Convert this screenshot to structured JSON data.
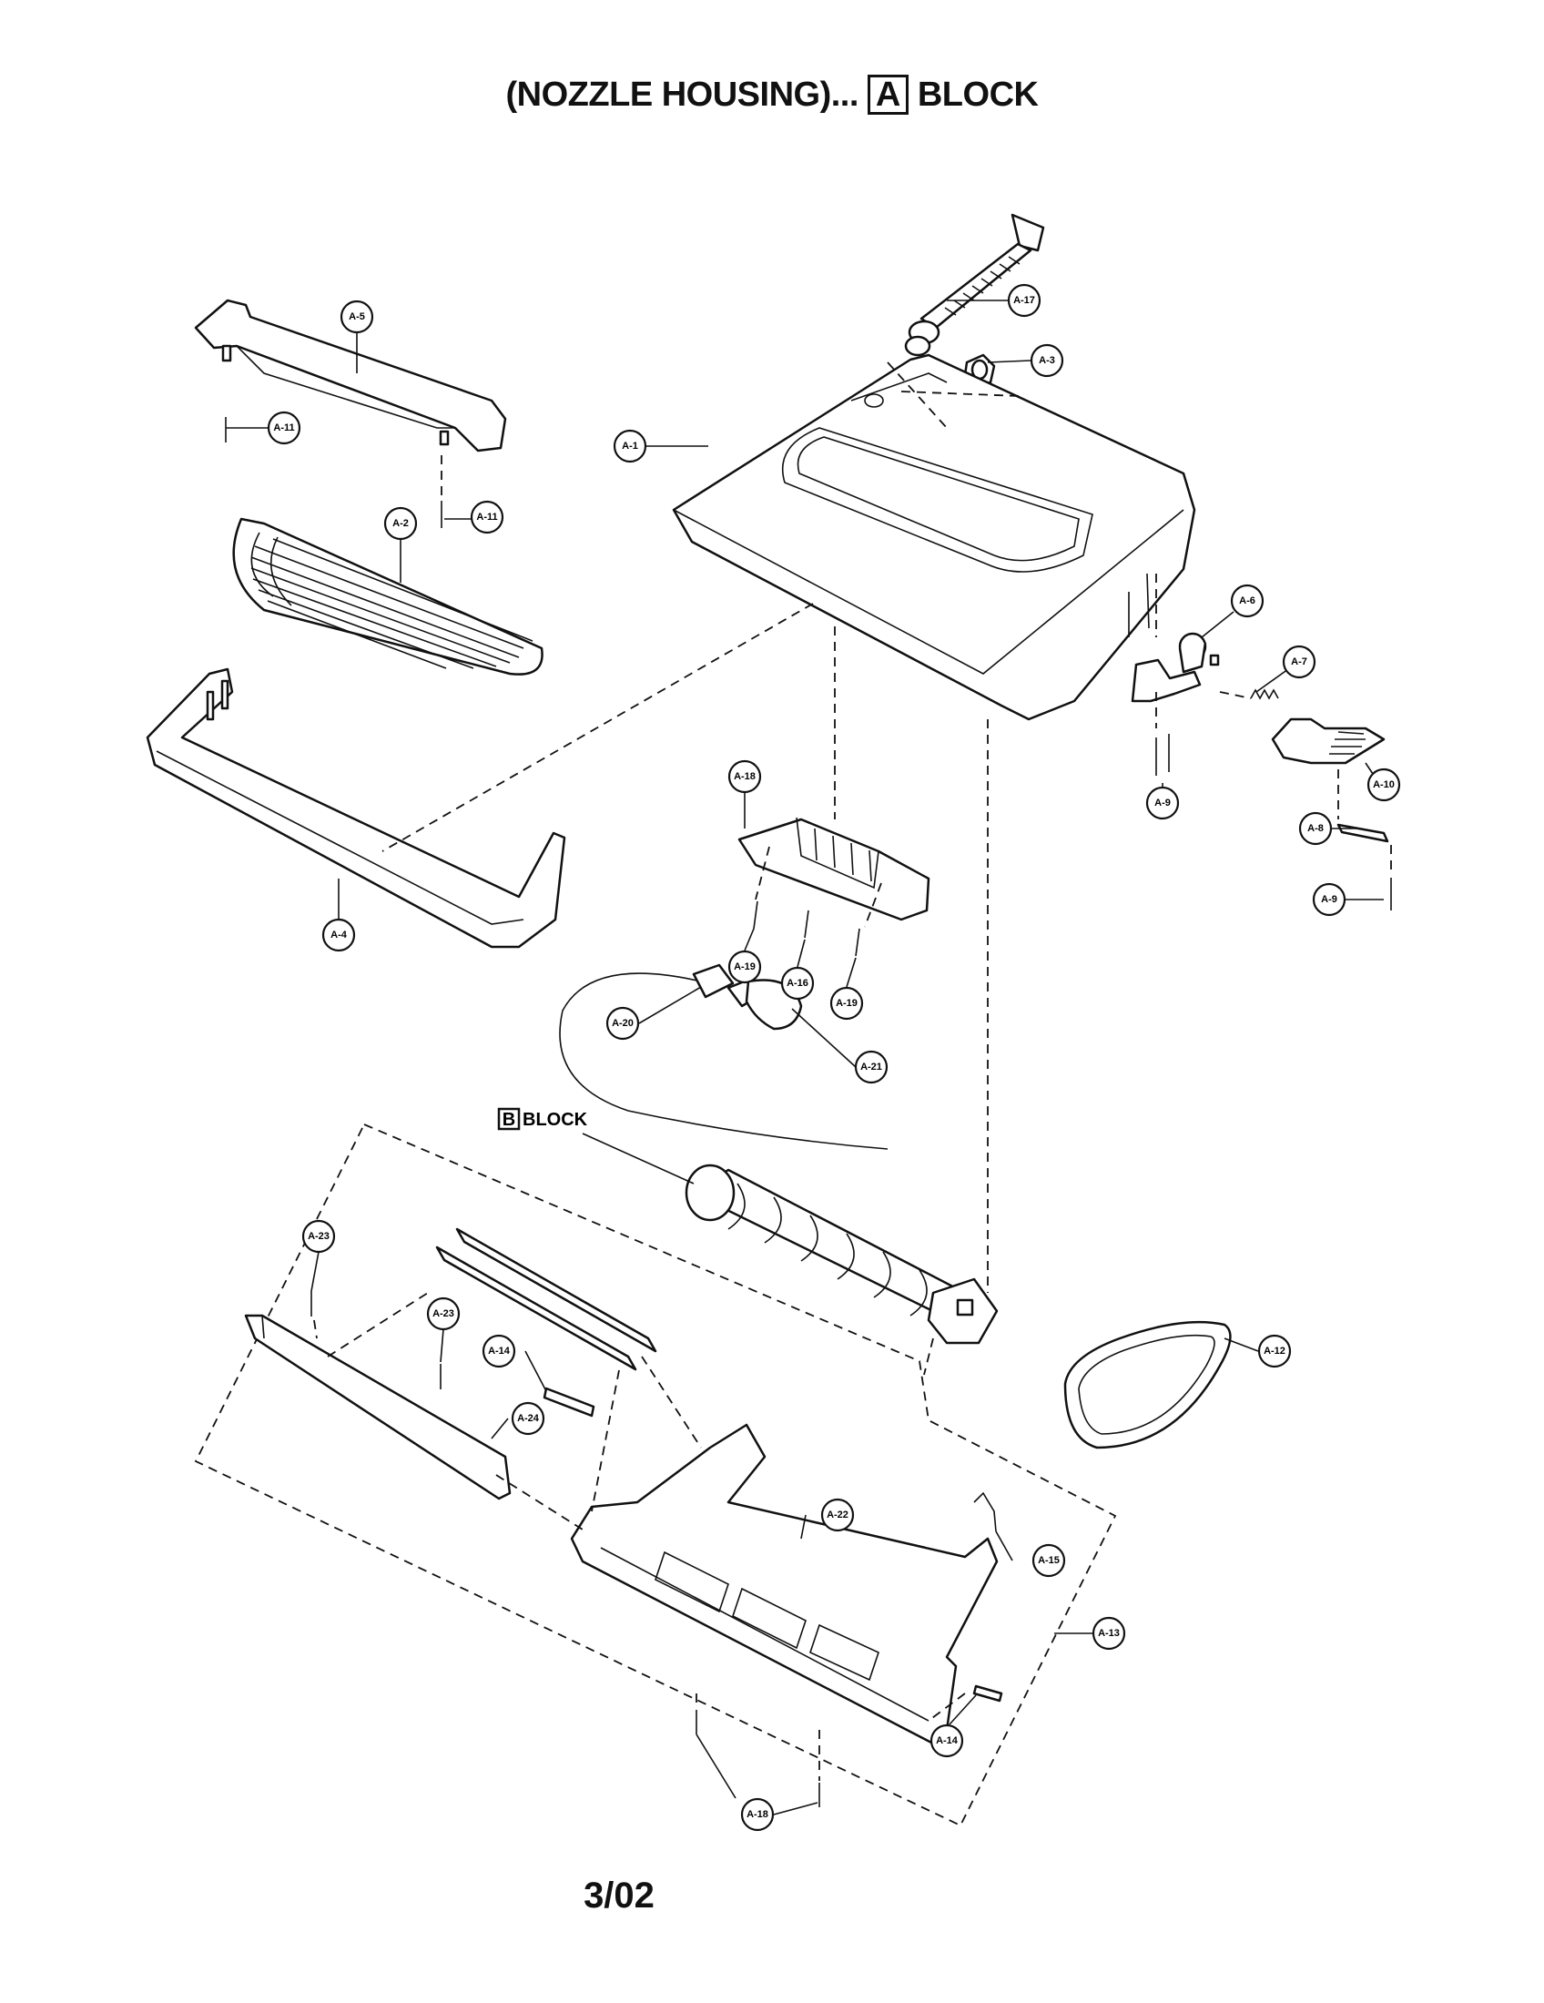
{
  "title": {
    "prefix": "(NOZZLE HOUSING)...",
    "block_letter": "A",
    "suffix": "BLOCK"
  },
  "sub_block": {
    "letter": "B",
    "label": "BLOCK"
  },
  "footer": "3/02",
  "callouts": {
    "a1": "A-1",
    "a2": "A-2",
    "a3": "A-3",
    "a4": "A-4",
    "a5": "A-5",
    "a6": "A-6",
    "a7": "A-7",
    "a8": "A-8",
    "a9a": "A-9",
    "a9b": "A-9",
    "a10": "A-10",
    "a11a": "A-11",
    "a11b": "A-11",
    "a12": "A-12",
    "a13": "A-13",
    "a14a": "A-14",
    "a14b": "A-14",
    "a15": "A-15",
    "a16": "A-16",
    "a17": "A-17",
    "a18a": "A-18",
    "a18b": "A-18",
    "a19a": "A-19",
    "a19b": "A-19",
    "a20": "A-20",
    "a21": "A-21",
    "a22": "A-22",
    "a23a": "A-23",
    "a23b": "A-23",
    "a24": "A-24"
  }
}
